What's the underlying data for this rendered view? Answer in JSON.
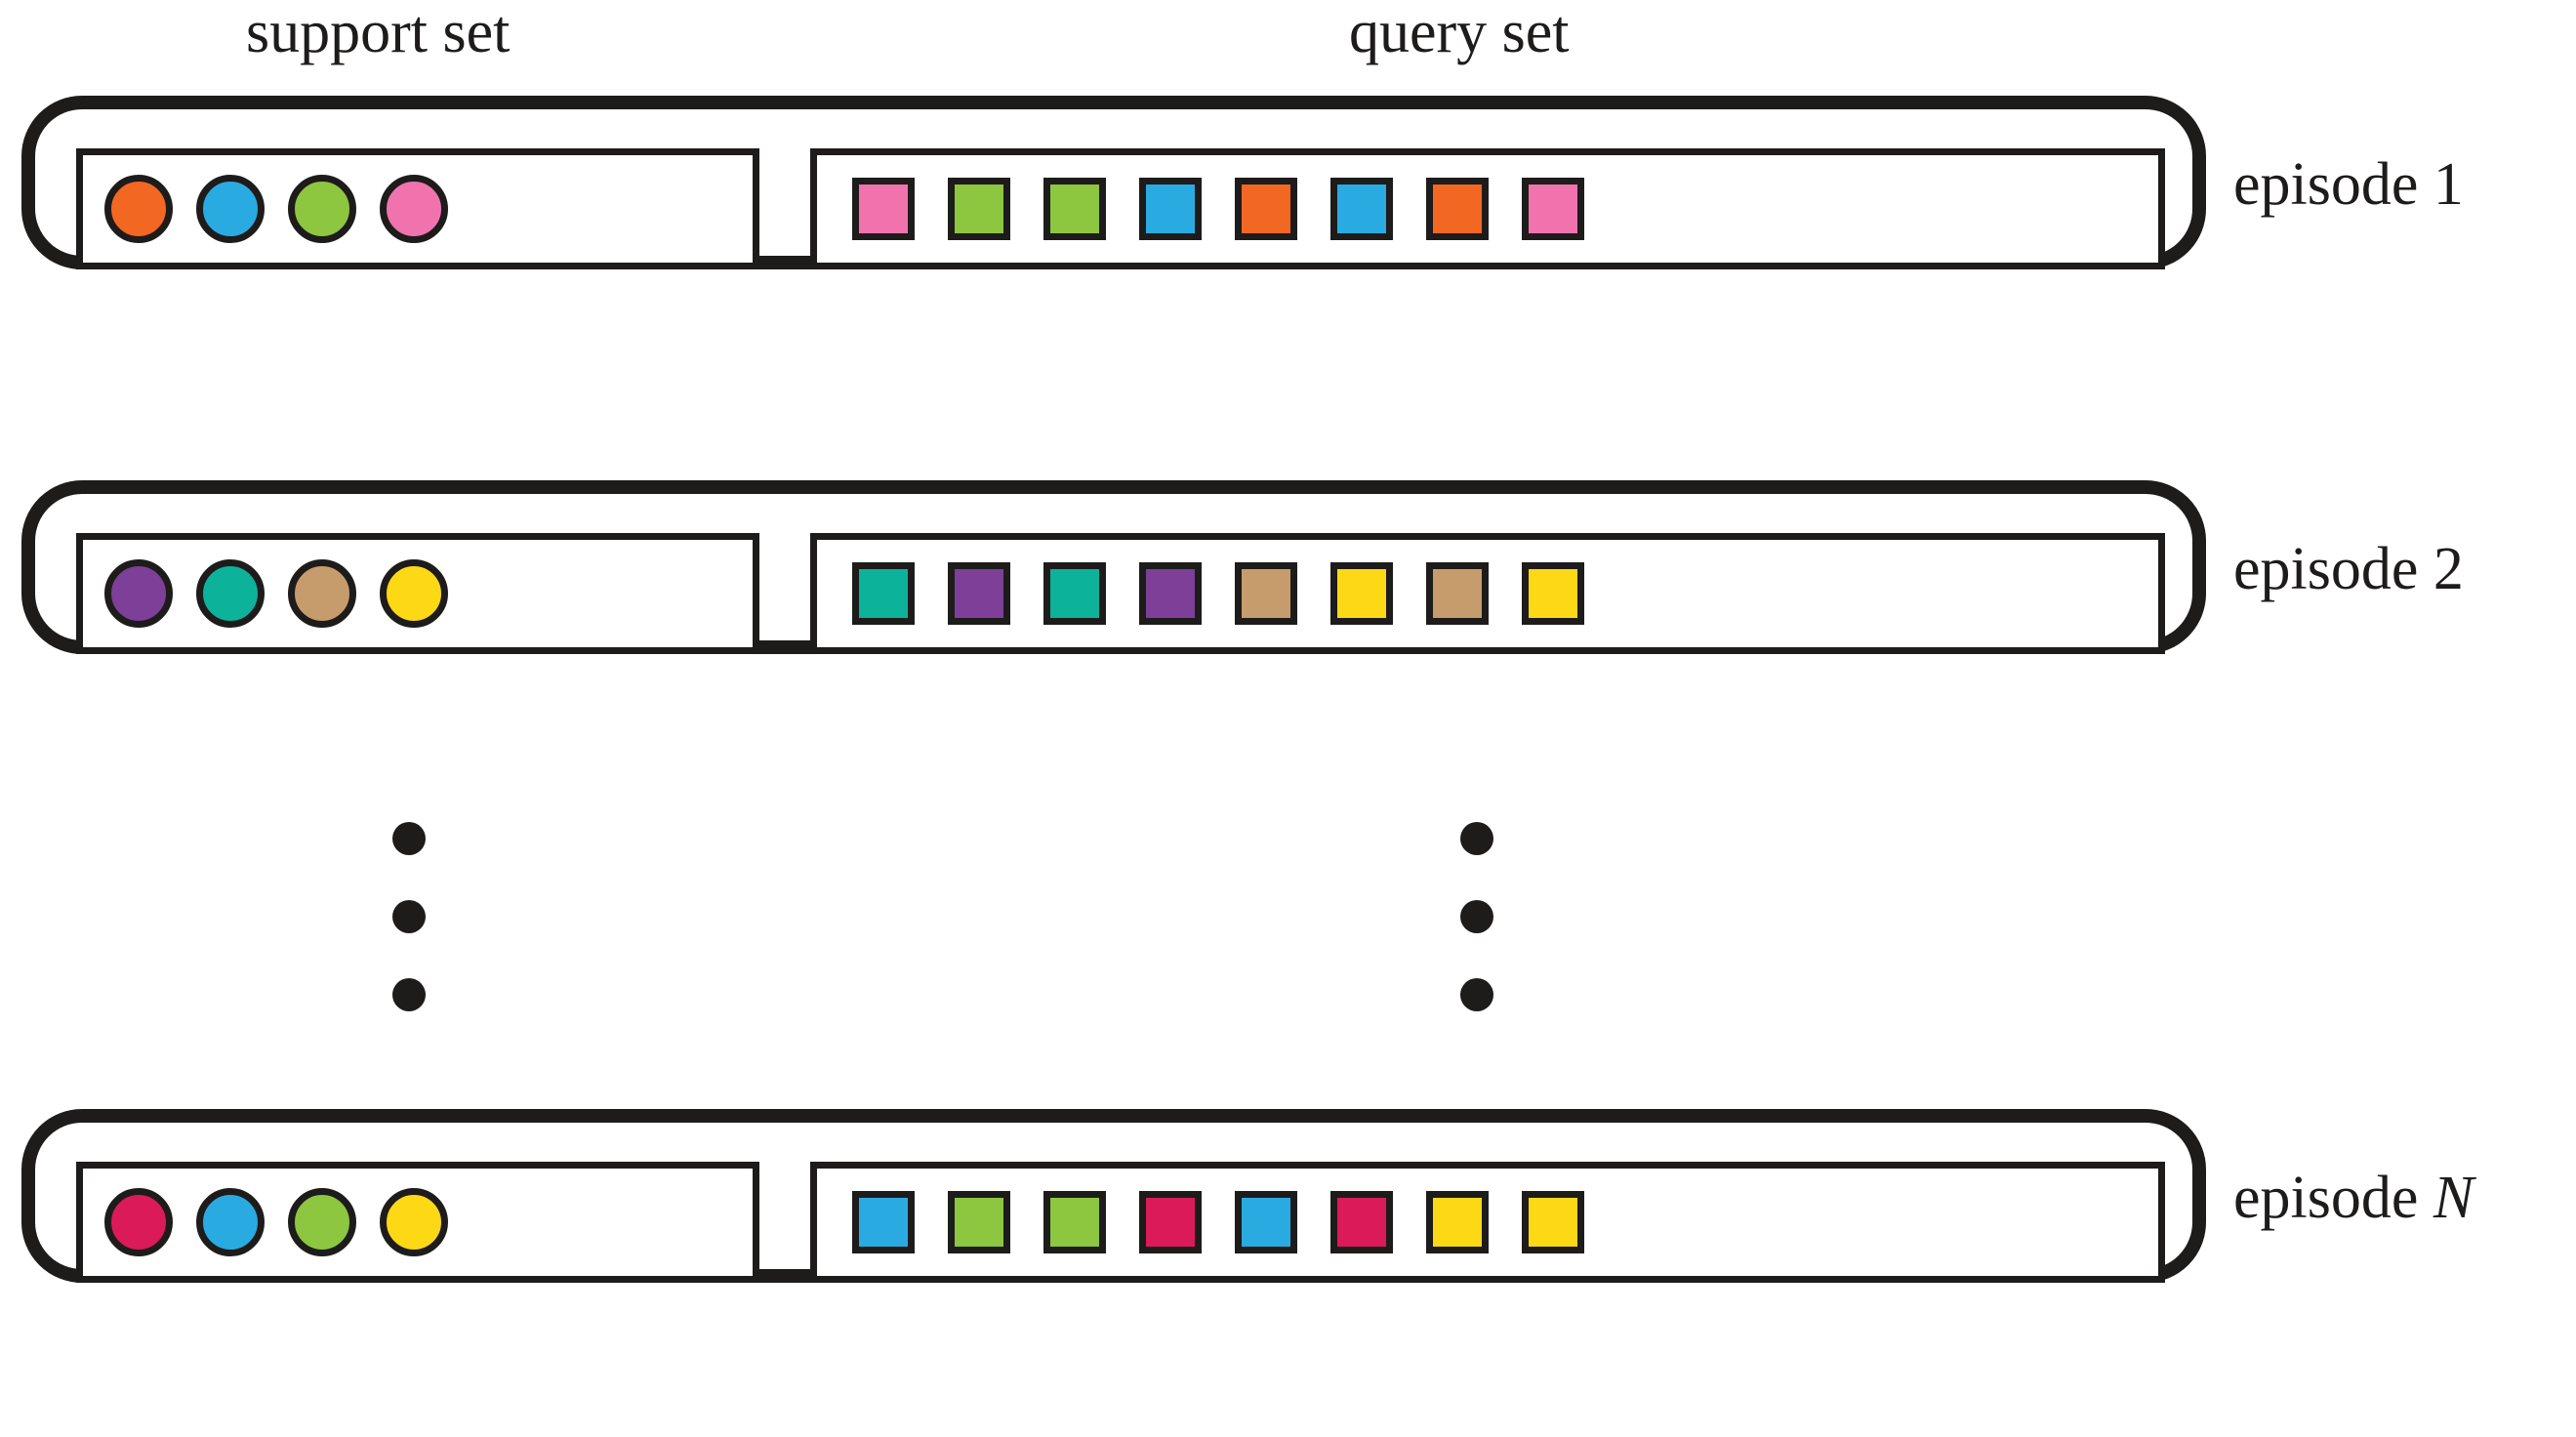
{
  "figure": {
    "title_captions": {
      "support": "support set",
      "query": "query set"
    },
    "ink_color": "#1e1b1b",
    "background": "#ffffff",
    "ellipsis_glyph": "vertical-three-dots"
  },
  "palette": {
    "orange": "#F26722",
    "blue": "#29ABE2",
    "green": "#8DC63F",
    "pink": "#F073AE",
    "purple": "#7D3F98",
    "teal": "#0DB29A",
    "tan": "#C69C6D",
    "yellow": "#FDD814",
    "crimson": "#DB1A5A"
  },
  "episodes": [
    {
      "label_text": "episode",
      "label_index": "1",
      "label_index_italic": false,
      "support": {
        "shape": "circle",
        "items": [
          {
            "color_name": "orange",
            "color": "#F26722"
          },
          {
            "color_name": "blue",
            "color": "#29ABE2"
          },
          {
            "color_name": "green",
            "color": "#8DC63F"
          },
          {
            "color_name": "pink",
            "color": "#F073AE"
          }
        ]
      },
      "query": {
        "shape": "square",
        "items": [
          {
            "color_name": "pink",
            "color": "#F073AE"
          },
          {
            "color_name": "green",
            "color": "#8DC63F"
          },
          {
            "color_name": "green",
            "color": "#8DC63F"
          },
          {
            "color_name": "blue",
            "color": "#29ABE2"
          },
          {
            "color_name": "orange",
            "color": "#F26722"
          },
          {
            "color_name": "blue",
            "color": "#29ABE2"
          },
          {
            "color_name": "orange",
            "color": "#F26722"
          },
          {
            "color_name": "pink",
            "color": "#F073AE"
          }
        ]
      }
    },
    {
      "label_text": "episode",
      "label_index": "2",
      "label_index_italic": false,
      "support": {
        "shape": "circle",
        "items": [
          {
            "color_name": "purple",
            "color": "#7D3F98"
          },
          {
            "color_name": "teal",
            "color": "#0DB29A"
          },
          {
            "color_name": "tan",
            "color": "#C69C6D"
          },
          {
            "color_name": "yellow",
            "color": "#FDD814"
          }
        ]
      },
      "query": {
        "shape": "square",
        "items": [
          {
            "color_name": "teal",
            "color": "#0DB29A"
          },
          {
            "color_name": "purple",
            "color": "#7D3F98"
          },
          {
            "color_name": "teal",
            "color": "#0DB29A"
          },
          {
            "color_name": "purple",
            "color": "#7D3F98"
          },
          {
            "color_name": "tan",
            "color": "#C69C6D"
          },
          {
            "color_name": "yellow",
            "color": "#FDD814"
          },
          {
            "color_name": "tan",
            "color": "#C69C6D"
          },
          {
            "color_name": "yellow",
            "color": "#FDD814"
          }
        ]
      }
    },
    {
      "label_text": "episode",
      "label_index": "N",
      "label_index_italic": true,
      "support": {
        "shape": "circle",
        "items": [
          {
            "color_name": "crimson",
            "color": "#DB1A5A"
          },
          {
            "color_name": "blue",
            "color": "#29ABE2"
          },
          {
            "color_name": "green",
            "color": "#8DC63F"
          },
          {
            "color_name": "yellow",
            "color": "#FDD814"
          }
        ]
      },
      "query": {
        "shape": "square",
        "items": [
          {
            "color_name": "blue",
            "color": "#29ABE2"
          },
          {
            "color_name": "green",
            "color": "#8DC63F"
          },
          {
            "color_name": "green",
            "color": "#8DC63F"
          },
          {
            "color_name": "crimson",
            "color": "#DB1A5A"
          },
          {
            "color_name": "blue",
            "color": "#29ABE2"
          },
          {
            "color_name": "crimson",
            "color": "#DB1A5A"
          },
          {
            "color_name": "yellow",
            "color": "#FDD814"
          },
          {
            "color_name": "yellow",
            "color": "#FDD814"
          }
        ]
      }
    }
  ]
}
